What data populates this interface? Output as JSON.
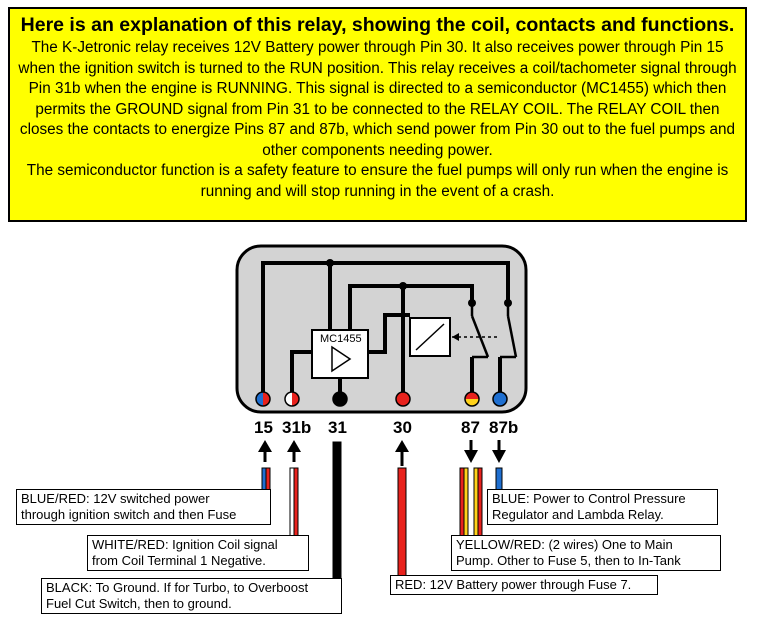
{
  "explanation": {
    "title": "Here is an explanation of this relay, showing the coil, contacts and functions.",
    "paragraph_1": "The K-Jetronic relay receives 12V Battery power through Pin 30. It also receives power through Pin 15 when the ignition switch is turned to the RUN position. This relay receives a coil/tachometer signal through Pin 31b when the engine is RUNNING. This signal is directed to a semiconductor (MC1455) which then permits the GROUND signal from Pin 31 to be connected to the RELAY COIL. The RELAY COIL then closes the contacts to energize Pins 87 and 87b, which send power from Pin 30 out to the fuel pumps and other components needing power.",
    "paragraph_2": "The semiconductor function is a safety feature to ensure the fuel pumps will only run when the engine is running and will stop running in the event of a crash."
  },
  "relay": {
    "chip_label": "MC1455",
    "pins": [
      {
        "id": "15",
        "label": "15"
      },
      {
        "id": "31b",
        "label": "31b"
      },
      {
        "id": "31",
        "label": "31"
      },
      {
        "id": "30",
        "label": "30"
      },
      {
        "id": "87",
        "label": "87"
      },
      {
        "id": "87b",
        "label": "87b"
      }
    ]
  },
  "callouts": {
    "pin15": [
      "BLUE/RED: 12V switched power",
      "through ignition switch and then Fuse"
    ],
    "pin31b": [
      "WHITE/RED: Ignition Coil signal",
      "from Coil Terminal 1 Negative."
    ],
    "pin31": [
      "BLACK: To Ground. If for Turbo, to Overboost",
      "Fuel Cut Switch, then to ground."
    ],
    "pin87b": [
      "BLUE: Power to Control Pressure",
      "Regulator and Lambda Relay."
    ],
    "pin87": [
      "YELLOW/RED: (2 wires) One to Main",
      "Pump. Other to Fuse 5, then to In-Tank"
    ],
    "pin30": [
      "RED: 12V Battery power through Fuse 7."
    ]
  },
  "colors": {
    "background": "#ffffff",
    "panel_yellow": "#ffff00",
    "housing_gray": "#d3d3d3",
    "wire_red": "#e8221d",
    "wire_blue": "#1f6fd0",
    "wire_yellow": "#ffd21a",
    "wire_black": "#000000"
  }
}
